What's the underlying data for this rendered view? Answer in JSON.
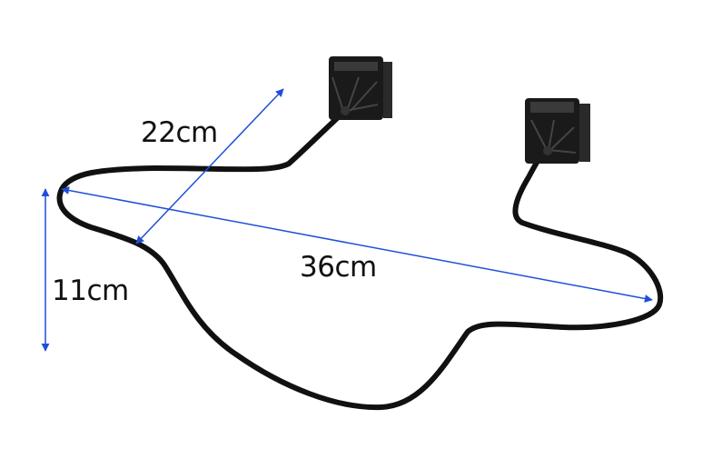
{
  "dimensions": {
    "depth_label": "22cm",
    "width_label": "36cm",
    "height_label": "11cm"
  },
  "colors": {
    "dimension_line": "#1f4fd8",
    "product": "#111111",
    "background": "#ffffff"
  }
}
